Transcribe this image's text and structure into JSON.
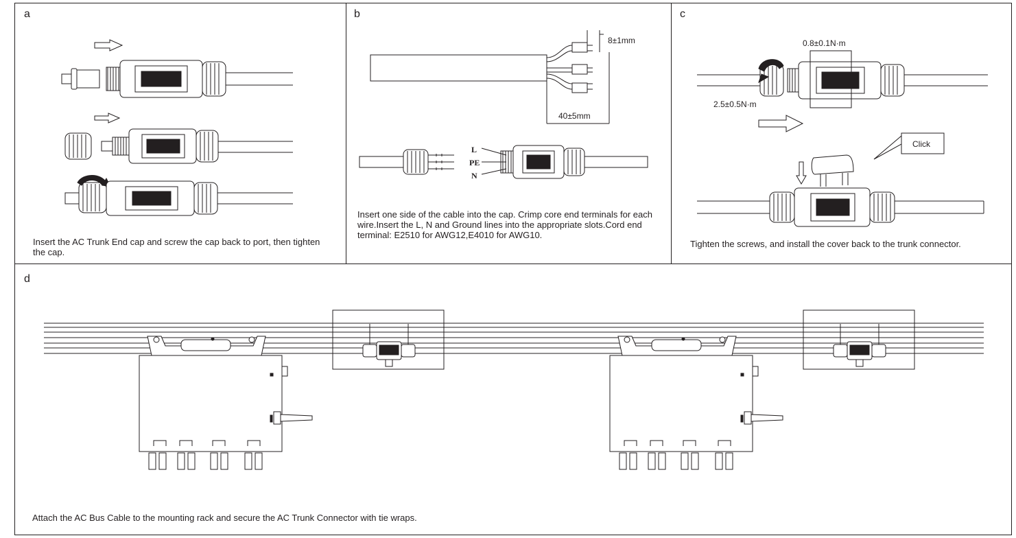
{
  "panels": {
    "a": {
      "letter": "a",
      "caption": "Insert the AC Trunk End cap and screw the cap back to port, then tighten the cap."
    },
    "b": {
      "letter": "b",
      "caption": "Insert one side of the cable into the cap. Crimp core end terminals for each wire.Insert the L, N and Ground lines into the appropriate slots.Cord end terminal:  E2510 for AWG12,E4010 for AWG10.",
      "strip_length_label": "8±1mm",
      "sheath_length_label": "40±5mm",
      "wire_labels": [
        "L",
        "PE",
        "N"
      ]
    },
    "c": {
      "letter": "c",
      "caption": "Tighten the screws, and install the cover back to the trunk connector.",
      "torque_body_label": "0.8±0.1N·m",
      "torque_nut_label": "2.5±0.5N·m",
      "click_label": "Click"
    },
    "d": {
      "letter": "d",
      "caption": "Attach the AC Bus Cable to the mounting rack and secure the AC Trunk Connector with tie wraps."
    }
  },
  "colors": {
    "line": "#231f20",
    "background": "#ffffff"
  },
  "icons": [
    "arrow-right-icon",
    "arrow-down-icon",
    "rotate-arrow-icon"
  ]
}
